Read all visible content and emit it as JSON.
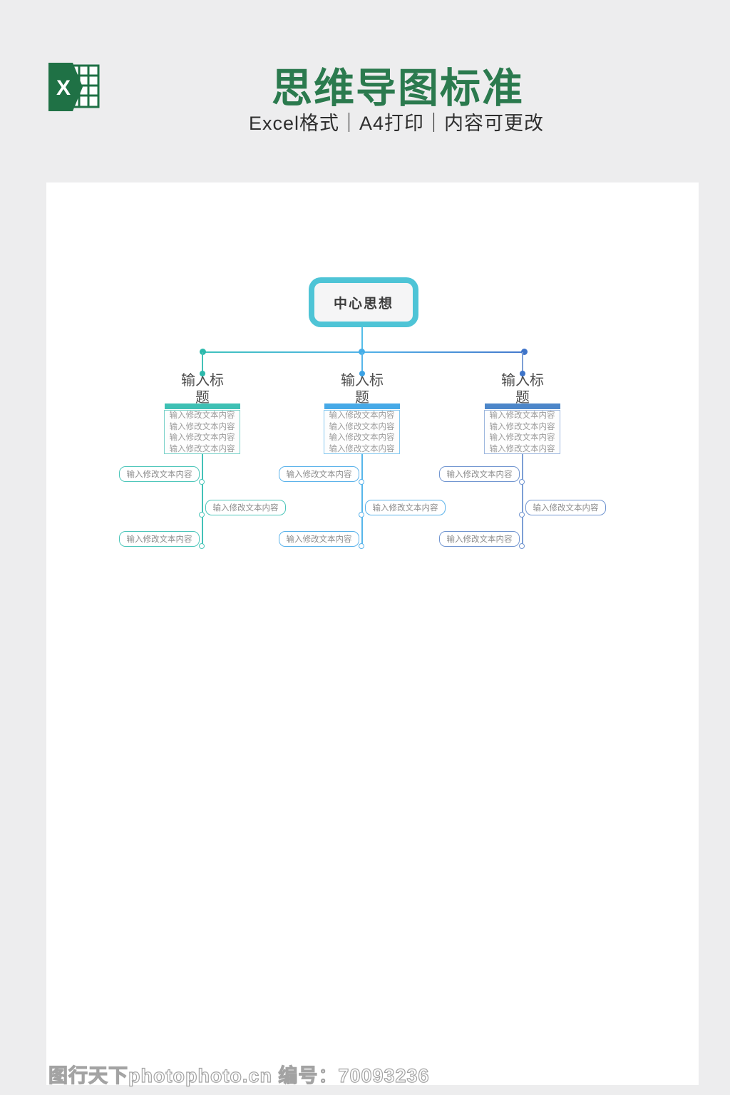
{
  "header": {
    "title": "思维导图标准",
    "subtitle": "Excel格式｜A4打印｜内容可更改",
    "title_color": "#2b7a4e",
    "excel_green": "#1f7145",
    "icon_letter": "X"
  },
  "diagram": {
    "center_label": "中心思想",
    "center_color": "#4ec4d6",
    "branches": [
      {
        "title": "输入标题",
        "theme_color": "#3ec0b4",
        "dot_color": "#2db9ac",
        "content_lines": [
          "输入修改文本内容",
          "输入修改文本内容",
          "输入修改文本内容",
          "输入修改文本内容"
        ],
        "sub_items": [
          "输入修改文本内容",
          "输入修改文本内容",
          "输入修改文本内容"
        ]
      },
      {
        "title": "输入标题",
        "theme_color": "#46a9e7",
        "dot_color": "#3ba2e5",
        "content_lines": [
          "输入修改文本内容",
          "输入修改文本内容",
          "输入修改文本内容",
          "输入修改文本内容"
        ],
        "sub_items": [
          "输入修改文本内容",
          "输入修改文本内容",
          "输入修改文本内容"
        ]
      },
      {
        "title": "输入标题",
        "theme_color": "#4c86c9",
        "dot_color": "#3e74c9",
        "content_lines": [
          "输入修改文本内容",
          "输入修改文本内容",
          "输入修改文本内容",
          "输入修改文本内容"
        ],
        "sub_items": [
          "输入修改文本内容",
          "输入修改文本内容",
          "输入修改文本内容"
        ]
      }
    ]
  },
  "footer": {
    "watermark": "图行天下photophoto.cn 编号：70093236"
  }
}
